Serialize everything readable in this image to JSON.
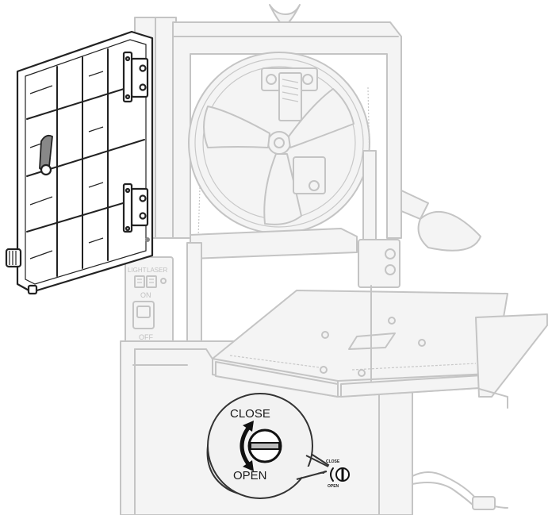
{
  "panel": {
    "light_label": "LIGHT",
    "laser_label": "LASER",
    "on_label": "ON",
    "off_label": "OFF"
  },
  "callout": {
    "close_label": "CLOSE",
    "open_label": "OPEN"
  },
  "small_knob": {
    "close_label": "CLOSE",
    "open_label": "OPEN"
  },
  "colors": {
    "ghost_stroke": "#c4c4c4",
    "ghost_fill": "#f4f4f4",
    "highlight_stroke": "#222222",
    "callout_fill": "#f2f2f2"
  },
  "icons": [
    "door-knob-icon",
    "rotate-arrow-icon",
    "hinge-icon",
    "light-switch-icon",
    "laser-switch-icon",
    "power-switch-icon"
  ]
}
